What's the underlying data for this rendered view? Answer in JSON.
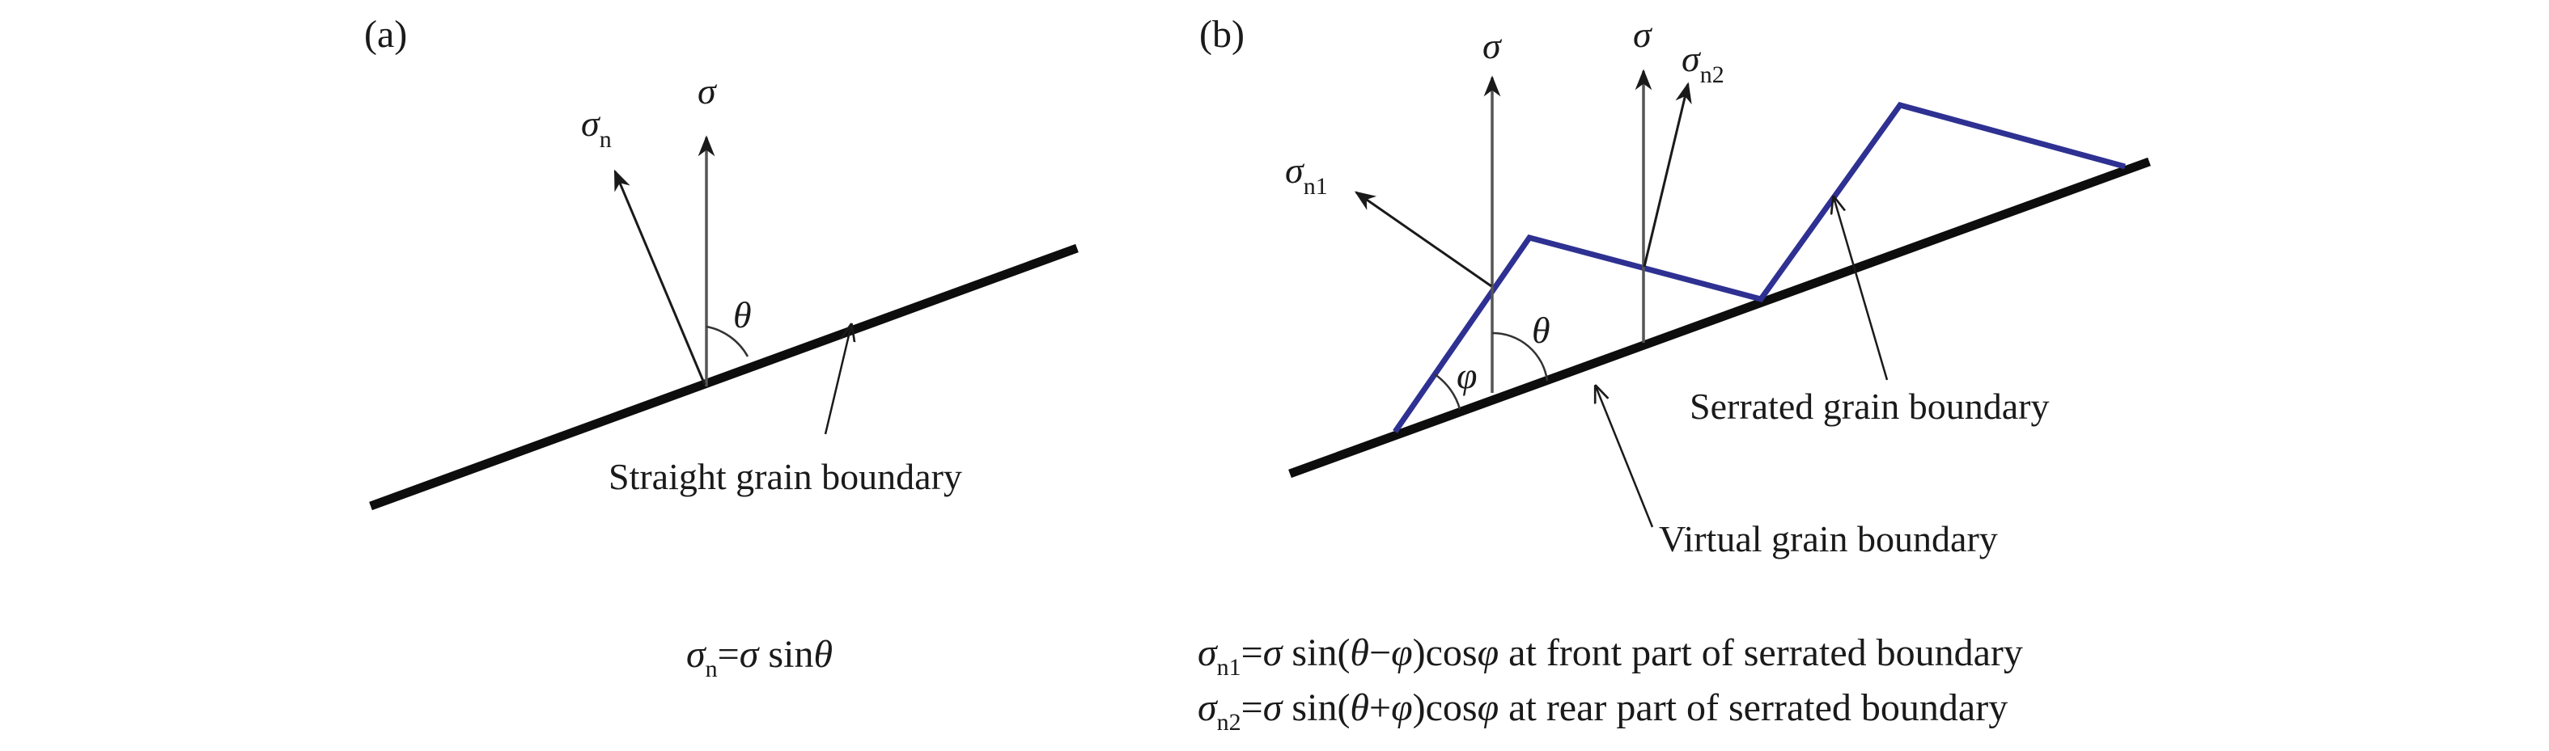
{
  "panels": {
    "a": {
      "label": "(a)",
      "sigma": "σ",
      "sigma_n": "σ",
      "sigma_n_sub": "n",
      "theta": "θ",
      "boundary_label": "Straight grain boundary",
      "equation": {
        "lhs": "σ",
        "lhs_sub": "n",
        "eq": "=",
        "sigma": "σ",
        "fn": " sin",
        "arg": "θ"
      }
    },
    "b": {
      "label": "(b)",
      "sigma_1": "σ",
      "sigma_2": "σ",
      "sigma_n1": "σ",
      "sigma_n1_sub": "n1",
      "sigma_n2": "σ",
      "sigma_n2_sub": "n2",
      "theta": "θ",
      "phi": "φ",
      "serrated_label": "Serrated grain boundary",
      "virtual_label": "Virtual grain boundary",
      "equations": [
        {
          "lhs": "σ",
          "lhs_sub": "n1",
          "eq": "=",
          "sigma": "σ",
          "fn": " sin(",
          "theta": "θ",
          "op": "−",
          "phi": "φ",
          "close": ")cos",
          "phi2": "φ",
          "tail": " at front part of serrated boundary"
        },
        {
          "lhs": "σ",
          "lhs_sub": "n2",
          "eq": "=",
          "sigma": "σ",
          "fn": " sin(",
          "theta": "θ",
          "op": "+",
          "phi": "φ",
          "close": ")cos",
          "phi2": "φ",
          "tail": " at rear part of serrated boundary"
        }
      ]
    }
  },
  "colors": {
    "boundary": "#0d0d0d",
    "serrated": "#2e3192",
    "arrow": "#1a1a1a"
  }
}
